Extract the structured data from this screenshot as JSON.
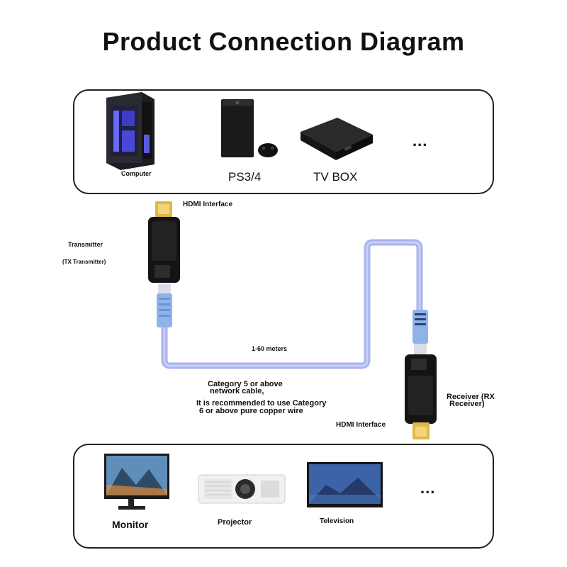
{
  "title": "Product Connection Diagram",
  "sources": {
    "computer": "Computer",
    "console": "PS3/4",
    "tvbox": "TV BOX",
    "more": "..."
  },
  "labels": {
    "hdmi_top": "HDMI Interface",
    "transmitter": "Transmitter",
    "transmitter_sub": "(TX Transmitter)",
    "distance": "1-60 meters",
    "cable_line1": "Category 5 or above",
    "cable_line2": "network cable,",
    "rec_line1": "It is recommended to use Category",
    "rec_line2": "6 or above pure copper wire",
    "receiver_line1": "Receiver (RX",
    "receiver_line2": "Receiver)",
    "hdmi_bottom": "HDMI Interface"
  },
  "displays": {
    "monitor": "Monitor",
    "projector": "Projector",
    "television": "Television",
    "more": "..."
  },
  "colors": {
    "cable": "#a9b3ee",
    "connector": "#8fb3e8",
    "gold": "#e2b64a",
    "device": "#141414"
  }
}
